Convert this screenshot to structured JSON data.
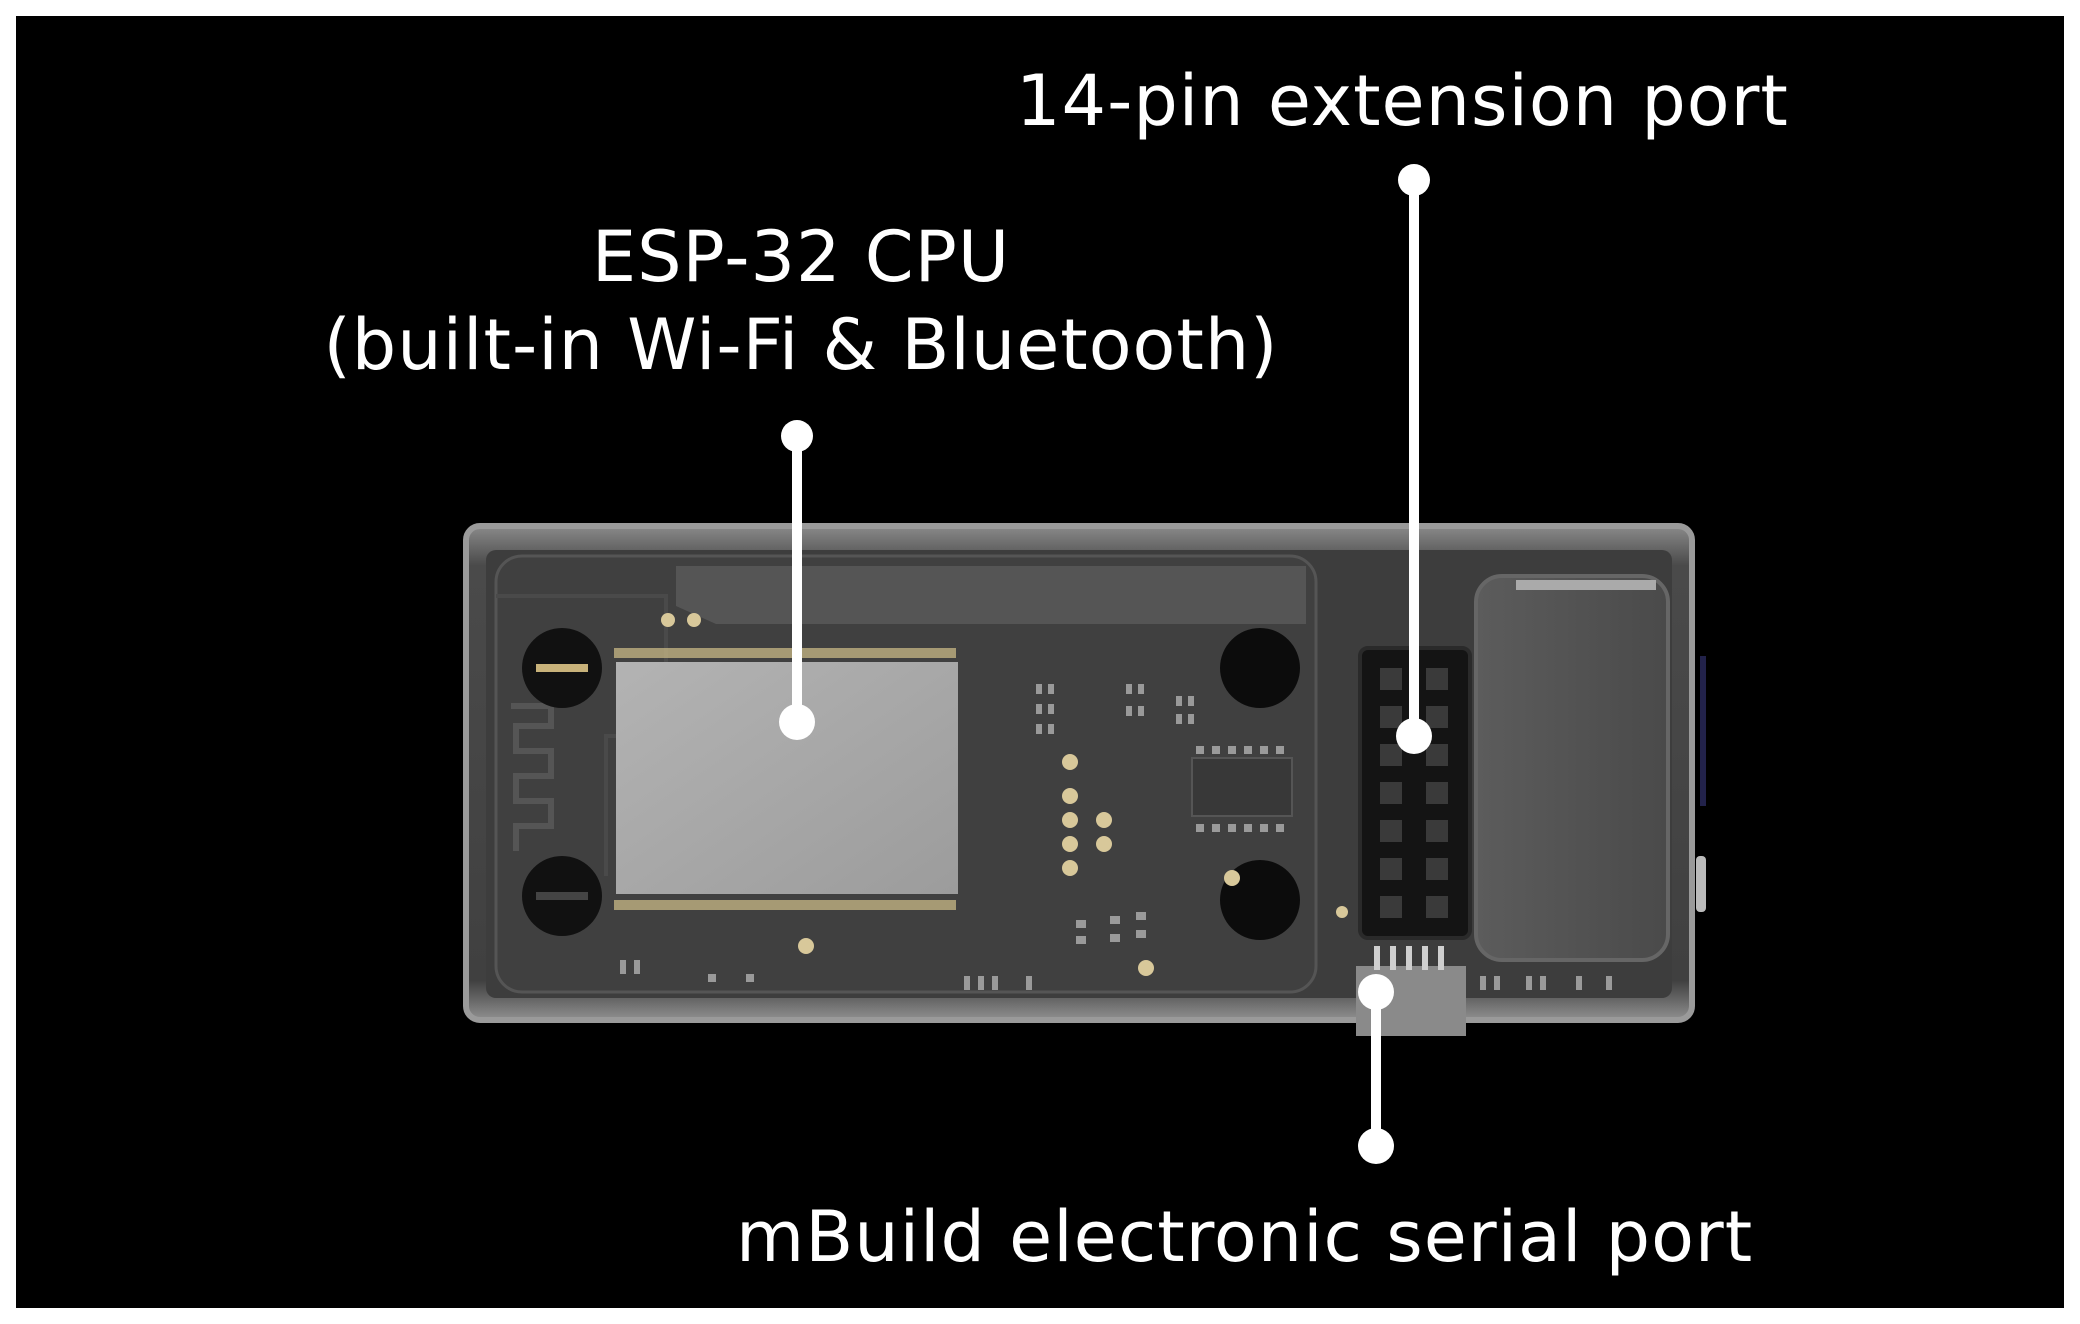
{
  "labels": {
    "cpu_title": "ESP-32 CPU",
    "cpu_subtitle": "(built-in Wi-Fi & Bluetooth)",
    "extension_port": "14-pin extension port",
    "serial_port": "mBuild electronic serial port"
  },
  "colors": {
    "background": "#000000",
    "text": "#ffffff",
    "callout": "#ffffff",
    "board": "#3a3a3a",
    "module_shield": "#a9a9a9",
    "component_gold": "#d8c89a"
  }
}
